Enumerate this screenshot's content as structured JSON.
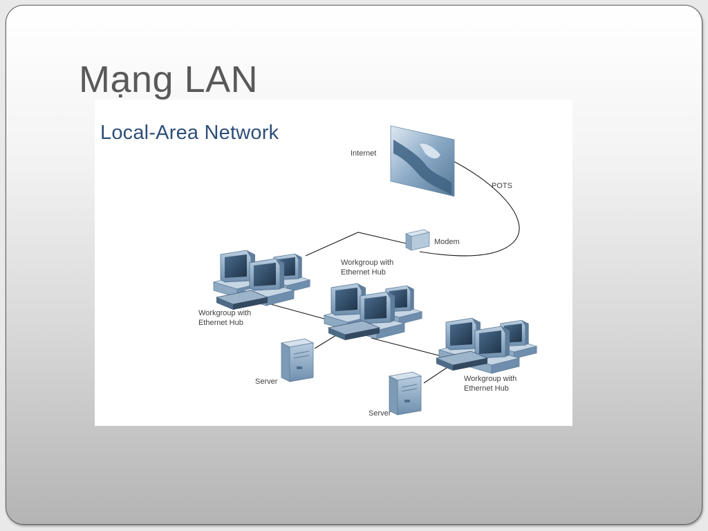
{
  "slide": {
    "title": "Mạng LAN"
  },
  "diagram": {
    "heading": "Local-Area Network",
    "labels": {
      "internet": "Internet",
      "pots": "POTS",
      "modem": "Modem",
      "workgroup_left": "Workgroup with\nEthernet Hub",
      "workgroup_center": "Workgroup with\nEthernet Hub",
      "workgroup_right": "Workgroup with\nEthernet Hub",
      "server_left": "Server",
      "server_right": "Server"
    },
    "colors": {
      "heading": "#2e4f78",
      "device_blue": "#7c9bb8",
      "screen_dark": "#2f4860",
      "line": "#1a1a1a"
    }
  }
}
